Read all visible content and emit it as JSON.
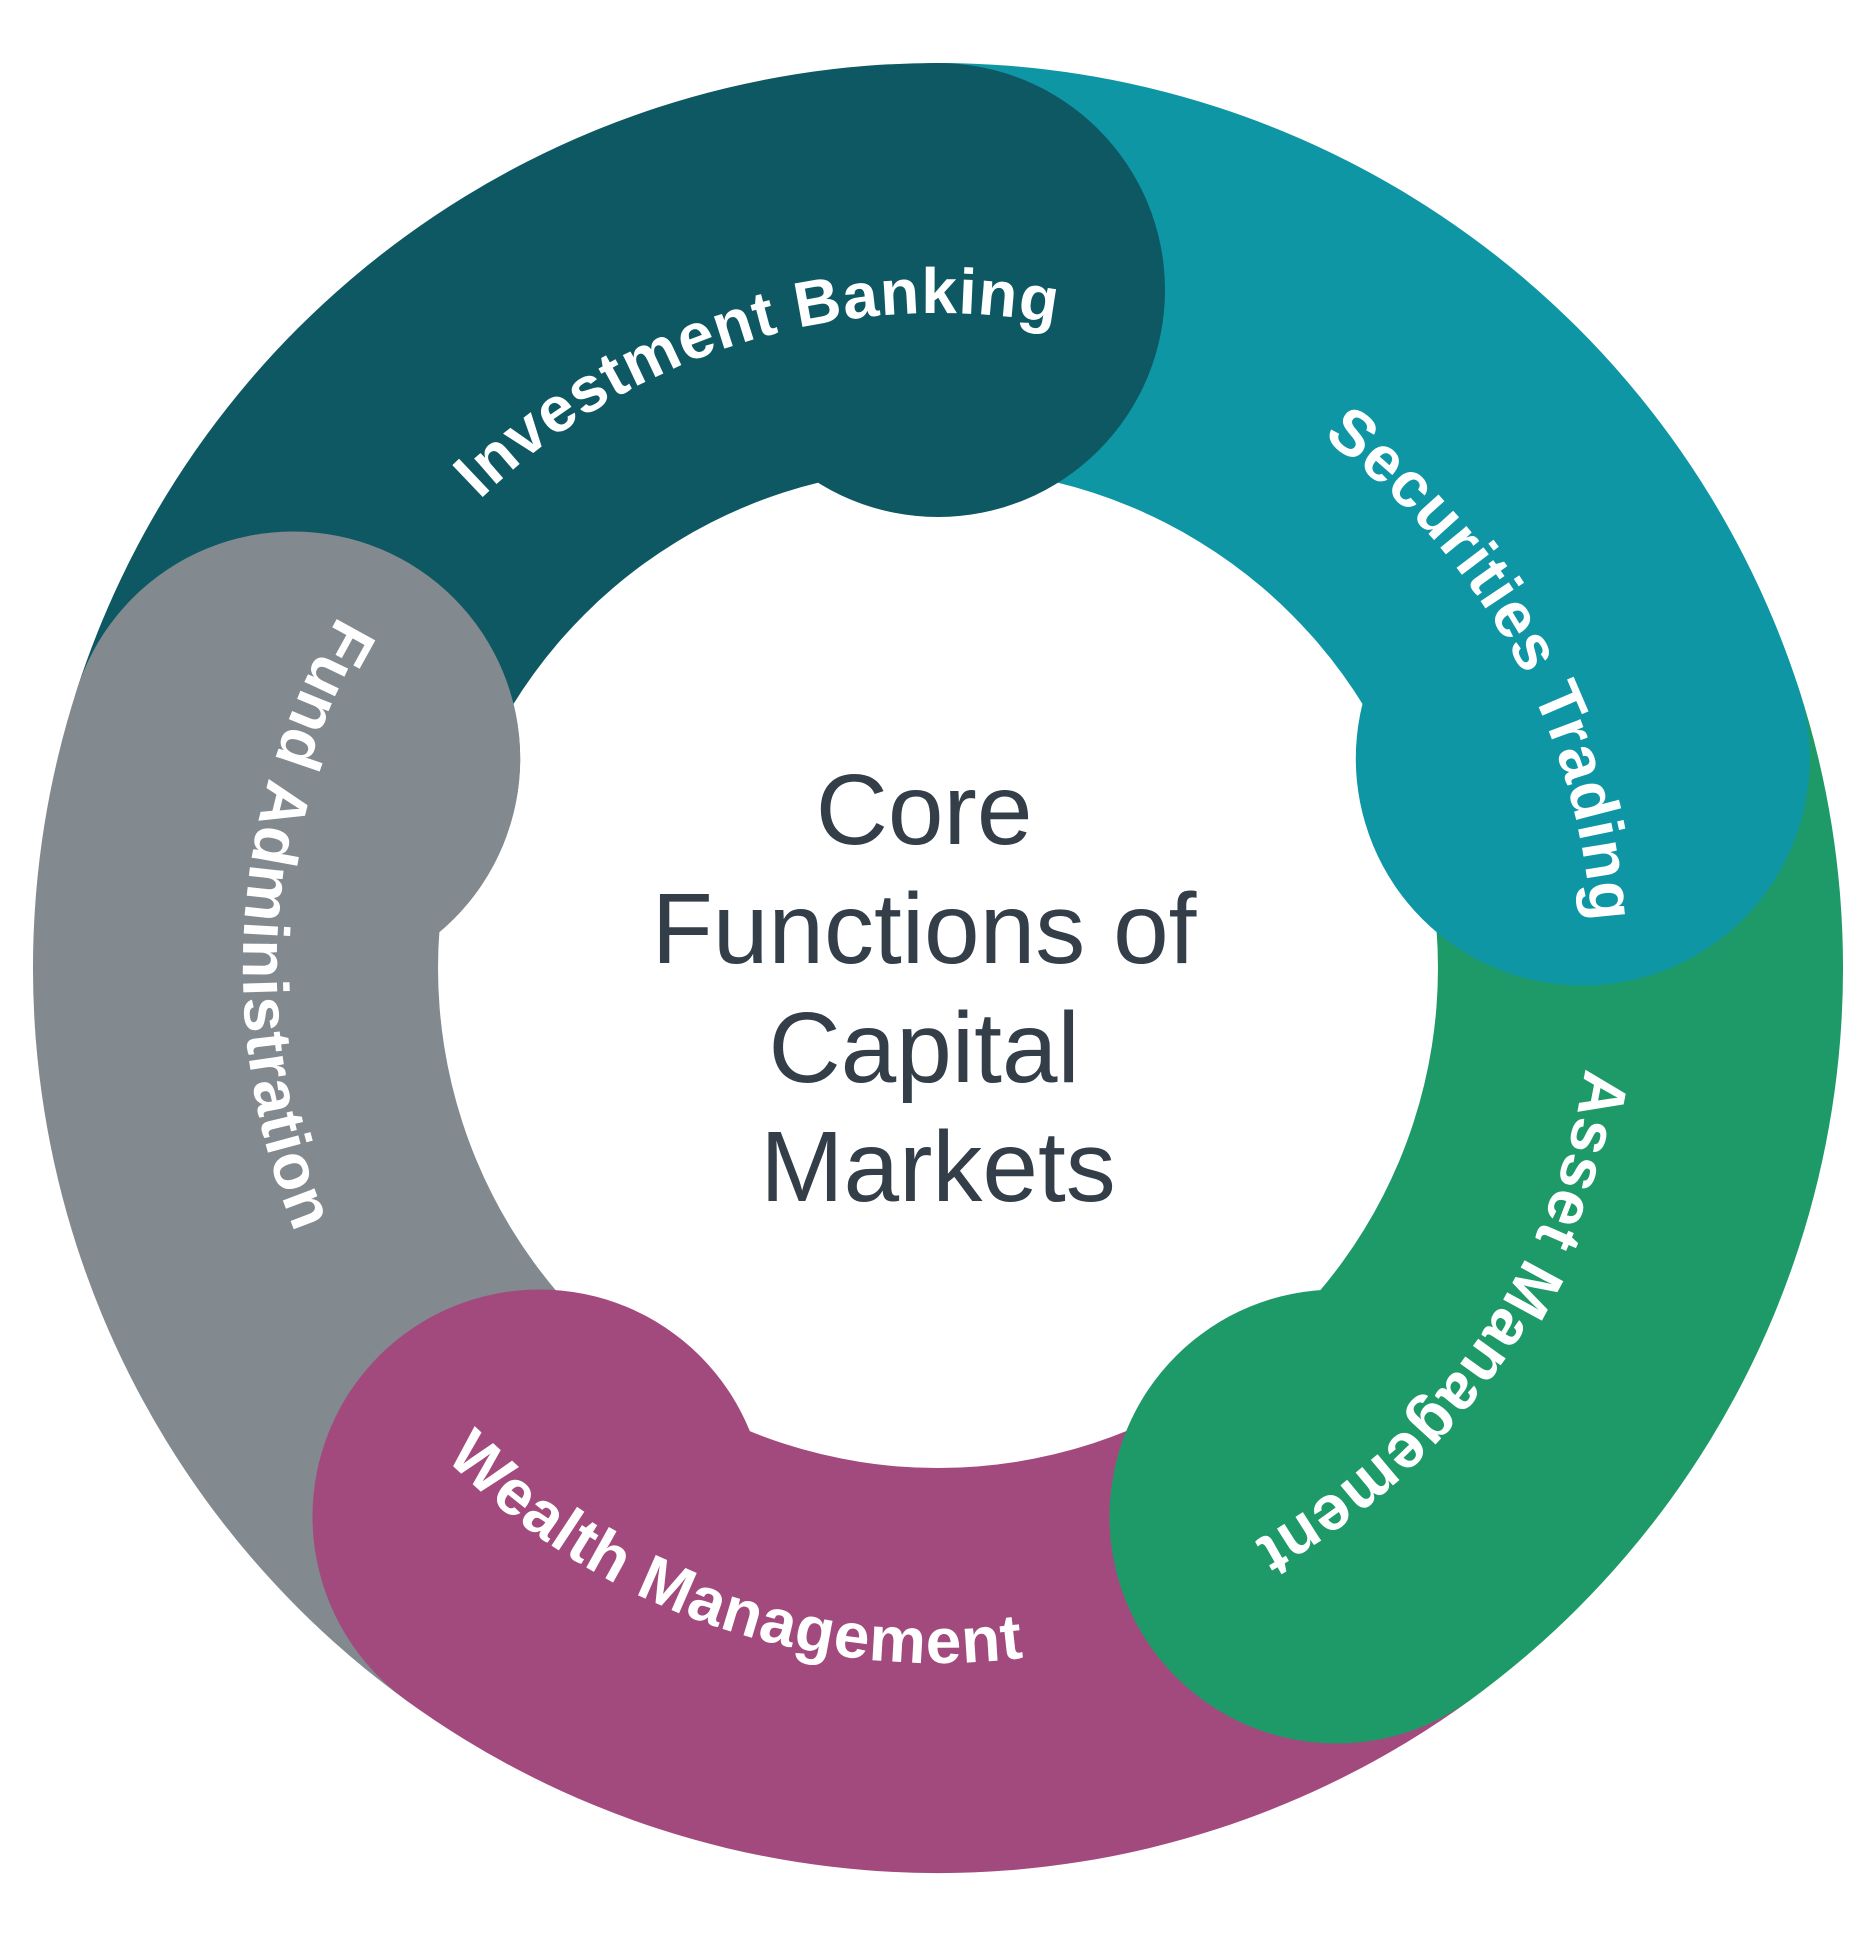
{
  "diagram": {
    "center": {
      "title": "Core Functions of Capital Markets",
      "title_lines": [
        "Core",
        "Functions of",
        "Capital",
        "Markets"
      ],
      "text_color": "#333E49",
      "circle_color": "#FFFFFF"
    },
    "label_color": "#FFFFFF",
    "segments": [
      {
        "id": "investment-banking",
        "label": "Investment Banking",
        "color": "#0D5862"
      },
      {
        "id": "securities-trading",
        "label": "Securities Trading",
        "color": "#0E96A5"
      },
      {
        "id": "asset-management",
        "label": "Asset Management",
        "color": "#1E9A69"
      },
      {
        "id": "wealth-management",
        "label": "Wealth Management",
        "color": "#A24A7E"
      },
      {
        "id": "fund-administration",
        "label": "Fund Administration",
        "color": "#82898F"
      }
    ]
  }
}
